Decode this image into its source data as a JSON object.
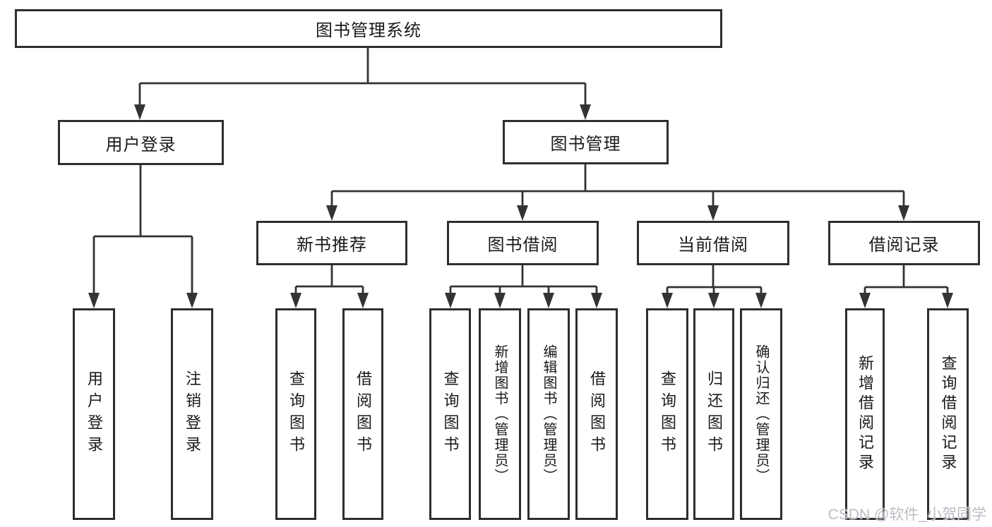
{
  "tree": {
    "label": "图书管理系统",
    "children": [
      {
        "label": "用户登录",
        "children": [
          {
            "label": "用户登录"
          },
          {
            "label": "注销登录"
          }
        ]
      },
      {
        "label": "图书管理",
        "children": [
          {
            "label": "新书推荐",
            "children": [
              {
                "label": "查询图书"
              },
              {
                "label": "借阅图书"
              }
            ]
          },
          {
            "label": "图书借阅",
            "children": [
              {
                "label": "查询图书"
              },
              {
                "label": "新增图书（管理员）"
              },
              {
                "label": "编辑图书（管理员）"
              },
              {
                "label": "借阅图书"
              }
            ]
          },
          {
            "label": "当前借阅",
            "children": [
              {
                "label": "查询图书"
              },
              {
                "label": "归还图书"
              },
              {
                "label": "确认归还（管理员）"
              }
            ]
          },
          {
            "label": "借阅记录",
            "children": [
              {
                "label": "新增借阅记录"
              },
              {
                "label": "查询借阅记录"
              }
            ]
          }
        ]
      }
    ]
  },
  "watermark": {
    "text": "CSDN @软件_小贺同学"
  },
  "colors": {
    "background": "#ffffff",
    "box_border": "#2e2e2e",
    "line": "#333333",
    "text": "#1a1a1a",
    "watermark": "#b9bec4"
  }
}
